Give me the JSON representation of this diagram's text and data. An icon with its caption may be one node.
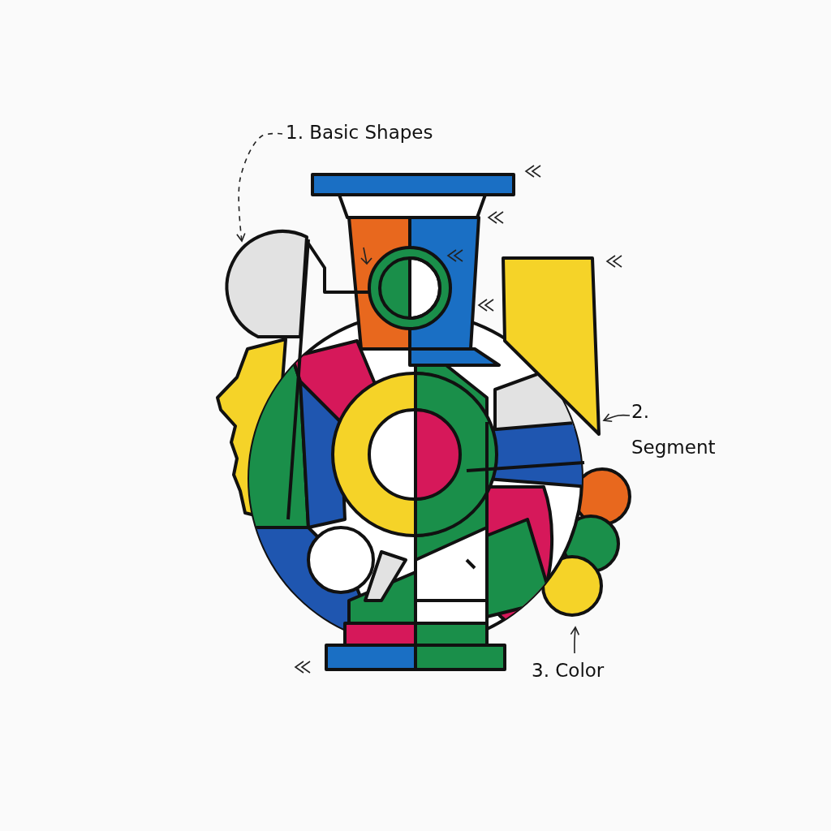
{
  "diagram": {
    "nodes": [
      {
        "text": [
          "1. Basic Shapes"
        ]
      },
      {
        "text": [
          "2. Segment"
        ]
      },
      {
        "text": [
          "3. Color"
        ]
      },
      {
        "text": [],
        "shape": "picture"
      }
    ],
    "edges": [
      {
        "from": 0,
        "to": 3,
        "arrow": "to",
        "style": "dashed"
      },
      {
        "from": 1,
        "to": 3,
        "arrow": "to"
      },
      {
        "from": 2,
        "to": 3,
        "arrow": "to"
      }
    ]
  }
}
